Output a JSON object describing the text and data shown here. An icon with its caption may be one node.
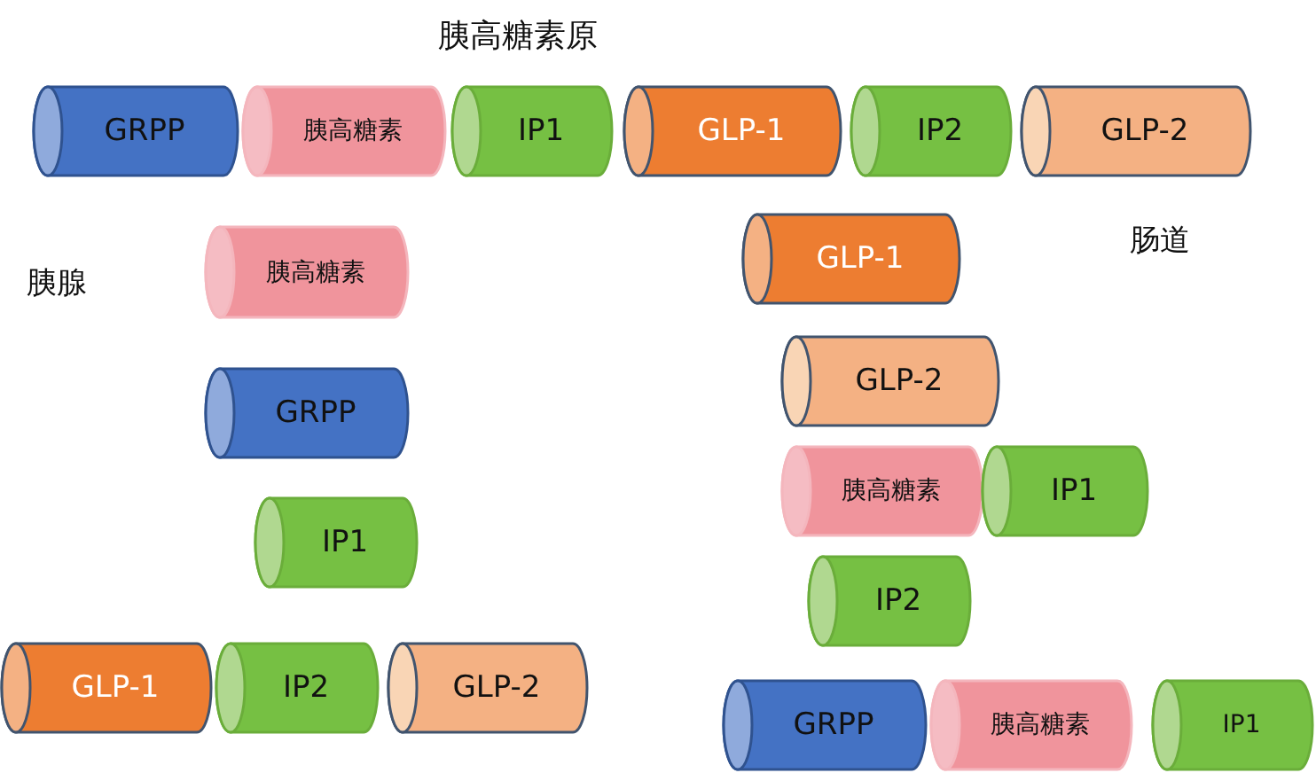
{
  "diagram": {
    "title": "胰高糖素原",
    "nodes": [
      {
        "text": [
          "GRPP"
        ]
      },
      {
        "text": [
          "胰高糖素"
        ]
      },
      {
        "text": [
          "IP1"
        ]
      },
      {
        "text": [
          "GLP-1"
        ]
      },
      {
        "text": [
          "IP2"
        ]
      },
      {
        "text": [
          "GLP-2"
        ]
      },
      {
        "text": [
          "胰高糖素"
        ]
      },
      {
        "text": [
          "GRPP"
        ]
      },
      {
        "text": [
          "IP1"
        ]
      },
      {
        "text": [
          "GLP-1"
        ]
      },
      {
        "text": [
          "IP2"
        ]
      },
      {
        "text": [
          "GLP-2"
        ]
      },
      {
        "text": [
          "GLP-1"
        ]
      },
      {
        "text": [
          "GLP-2"
        ]
      },
      {
        "text": [
          "胰高糖素"
        ]
      },
      {
        "text": [
          "IP1"
        ]
      },
      {
        "text": [
          "IP2"
        ]
      },
      {
        "text": [
          "GRPP"
        ]
      },
      {
        "text": [
          "胰高糖素"
        ]
      },
      {
        "text": [
          "IP1"
        ]
      }
    ],
    "labels": [
      "胰腺",
      "肠道"
    ]
  }
}
